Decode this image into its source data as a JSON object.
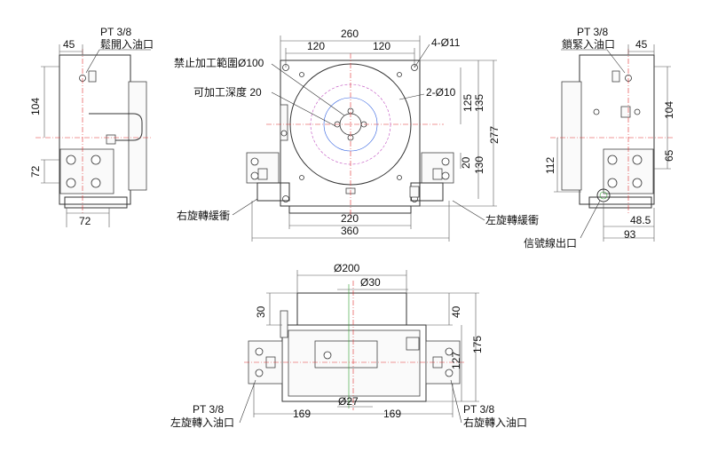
{
  "colors": {
    "line": "#333333",
    "centerline": "#e03030",
    "hidden_blue": "#3060e0",
    "hidden_magenta": "#c050c0",
    "green": "#30a030",
    "background": "#ffffff"
  },
  "left_view": {
    "port_label_1": "PT 3/8",
    "port_label_2": "鬆開入油口",
    "dims": {
      "top": "45",
      "height_upper": "104",
      "height_lower": "72",
      "bottom": "72"
    }
  },
  "front_view": {
    "dims": {
      "top_total": "260",
      "top_left": "120",
      "top_right": "120",
      "holes": "4-Ø11",
      "pin_holes": "2-Ø10",
      "v_125": "125",
      "v_135": "135",
      "v_277": "277",
      "v_20": "20",
      "v_130": "130",
      "bottom_220": "220",
      "bottom_360": "360"
    },
    "labels": {
      "no_machining": "禁止加工範圍Ø100",
      "depth": "可加工深度 20",
      "right_buffer": "右旋轉緩衝",
      "left_buffer": "左旋轉緩衝"
    }
  },
  "right_view": {
    "port_label_1": "PT 3/8",
    "port_label_2": "鎖緊入油口",
    "dims": {
      "top": "45",
      "v_104": "104",
      "v_112": "112",
      "v_65": "65",
      "d_48_5": "48.5",
      "d_93": "93"
    },
    "signal_label": "信號線出口"
  },
  "bottom_view": {
    "dims": {
      "dia_200": "Ø200",
      "dia_30": "Ø30",
      "dia_27": "Ø27",
      "v_30": "30",
      "v_40": "40",
      "v_127": "127",
      "v_175": "175",
      "left_169": "169",
      "right_169": "169"
    },
    "left_port_1": "PT 3/8",
    "left_port_2": "左旋轉入油口",
    "right_port_1": "PT 3/8",
    "right_port_2": "右旋轉入油口"
  }
}
